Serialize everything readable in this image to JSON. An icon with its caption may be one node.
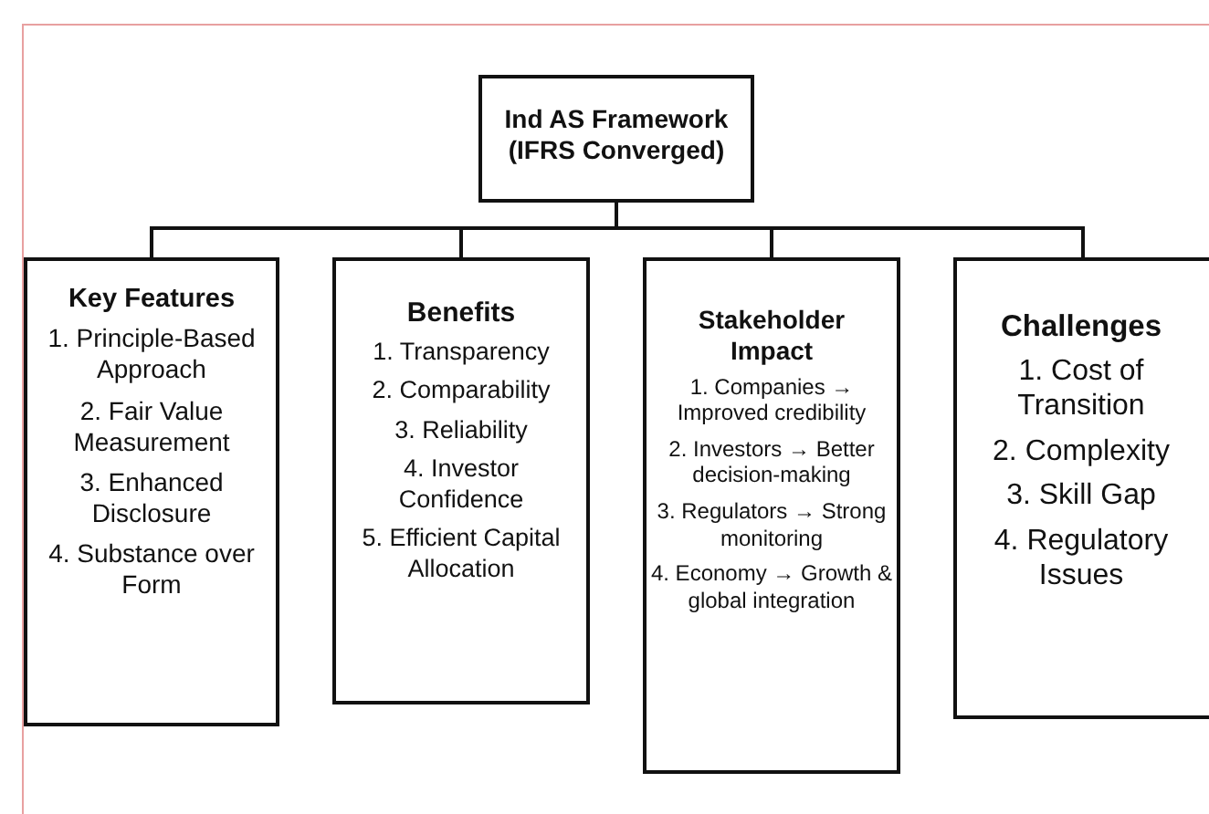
{
  "diagram": {
    "nodes": [
      {
        "text": [
          "Ind AS Framework (IFRS Converged)"
        ]
      },
      {
        "text": [
          "Key Features",
          "1. Principle-Based Approach",
          "2. Fair Value Measurement",
          "3. Enhanced Disclosure",
          "4. Substance over Form"
        ]
      },
      {
        "text": [
          "Benefits",
          "1. Transparency",
          "2. Comparability",
          "3. Reliability",
          "4. Investor Confidence",
          "5. Efficient Capital Allocation"
        ]
      },
      {
        "text": [
          "Stakeholder Impact",
          "1. Companies → Improved credibility",
          "2. Investors → Better decision-making",
          "3. Regulators → Strong monitoring",
          "4. Economy → Growth & global integration"
        ]
      },
      {
        "text": [
          "Challenges",
          "1. Cost of Transition",
          "2. Complexity",
          "3. Skill Gap",
          "4. Regulatory Issues"
        ]
      }
    ],
    "edges": [
      {
        "from": 0,
        "to": 1,
        "arrow": "none"
      },
      {
        "from": 0,
        "to": 2,
        "arrow": "none"
      },
      {
        "from": 0,
        "to": 3,
        "arrow": "none"
      },
      {
        "from": 0,
        "to": 4,
        "arrow": "none"
      }
    ]
  }
}
